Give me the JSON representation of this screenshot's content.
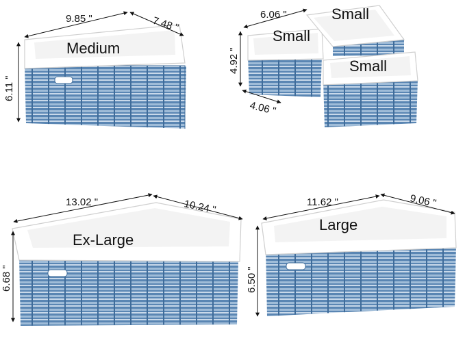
{
  "baskets": {
    "medium": {
      "label": "Medium",
      "width": "9.85 \"",
      "depth": "7.48 \"",
      "height": "6.11 \""
    },
    "small": {
      "label": "Small",
      "width": "6.06 \"",
      "depth": "4.06 \"",
      "height": "4.92 \""
    },
    "small_b": {
      "label": "Small"
    },
    "small_c": {
      "label": "Small"
    },
    "xlarge": {
      "label": "Ex-Large",
      "width": "13.02 \"",
      "depth": "10.24 \"",
      "height": "6.68 \""
    },
    "large": {
      "label": "Large",
      "width": "11.62 \"",
      "depth": "9.06 \"",
      "height": "6.50 \""
    }
  },
  "colors": {
    "weave": "#5a86b3",
    "weave_light": "#9fbcd8",
    "liner": "#ffffff",
    "liner_shadow": "#d9d9d9",
    "dim_line": "#111111"
  }
}
